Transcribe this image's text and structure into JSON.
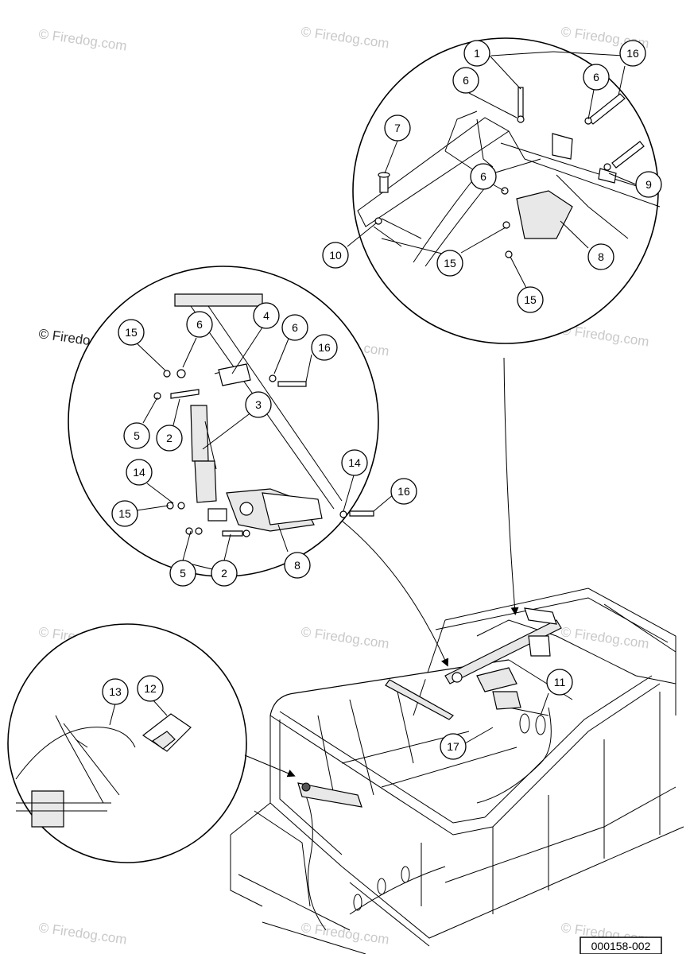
{
  "watermark": {
    "text": "© Firedog.com"
  },
  "reference_number": "000158-002",
  "callouts": {
    "top": [
      "1",
      "6",
      "6",
      "16",
      "7",
      "6",
      "9",
      "10",
      "15",
      "8",
      "15"
    ],
    "middle": [
      "15",
      "6",
      "4",
      "6",
      "16",
      "3",
      "5",
      "2",
      "14",
      "15",
      "14",
      "16",
      "5",
      "2",
      "8"
    ],
    "bottom_left": [
      "13",
      "12"
    ],
    "main": [
      "11",
      "17"
    ]
  }
}
